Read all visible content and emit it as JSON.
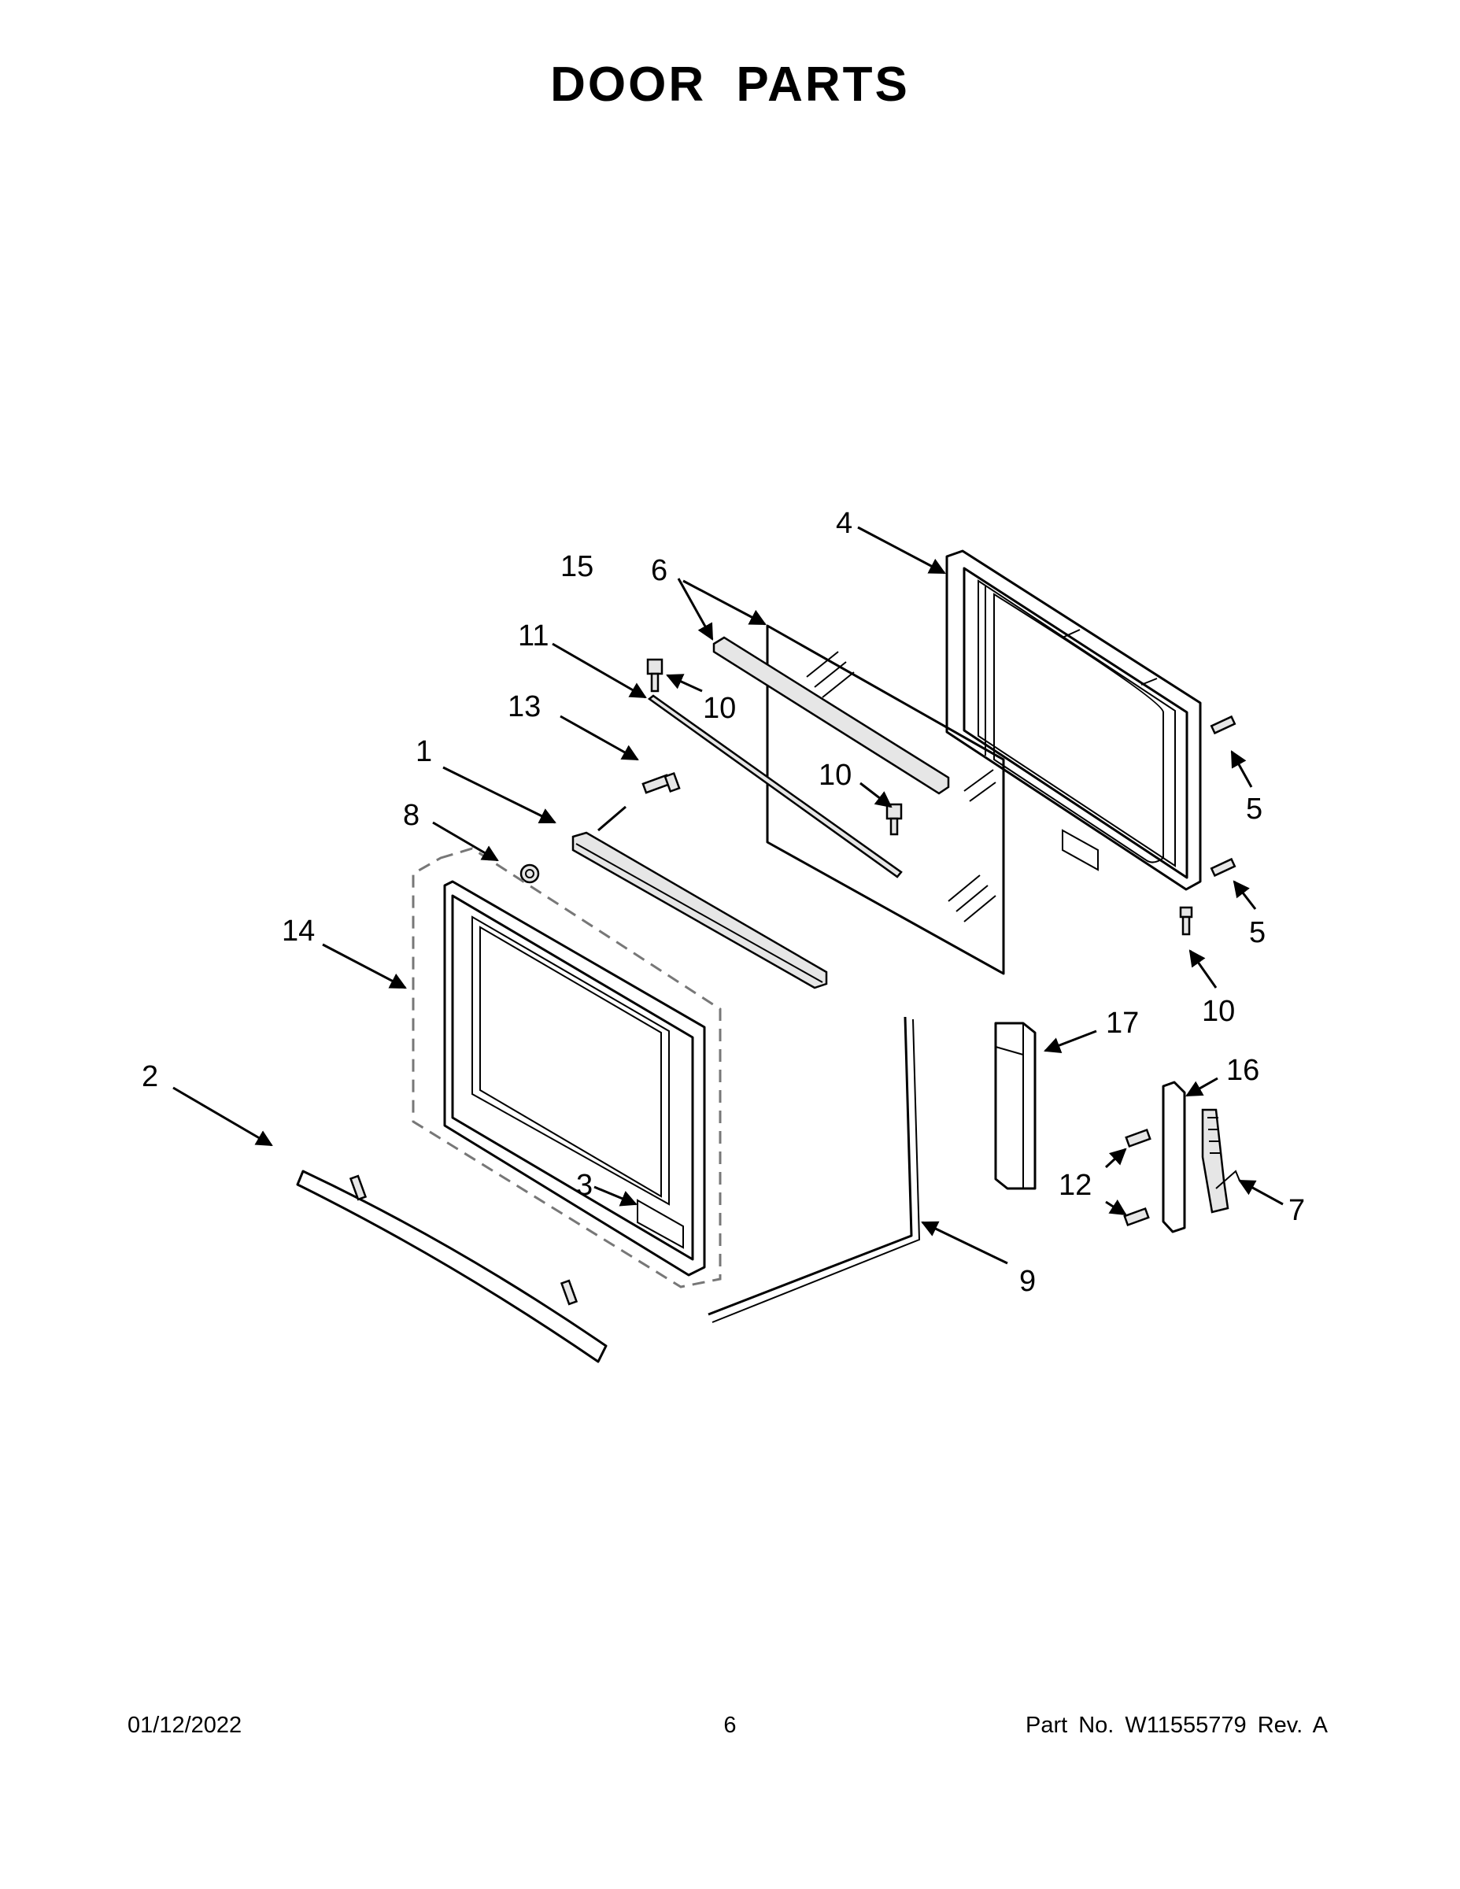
{
  "page": {
    "title": "DOOR PARTS",
    "date": "01/12/2022",
    "page_number": "6",
    "part_info": "Part No.  W11555779  Rev.  A"
  },
  "callouts": {
    "c1": "1",
    "c2": "2",
    "c3": "3",
    "c4": "4",
    "c5a": "5",
    "c5b": "5",
    "c6": "6",
    "c7": "7",
    "c8": "8",
    "c9": "9",
    "c10a": "10",
    "c10b": "10",
    "c10c": "10",
    "c11": "11",
    "c12": "12",
    "c13": "13",
    "c14": "14",
    "c15": "15",
    "c16": "16",
    "c17": "17"
  }
}
